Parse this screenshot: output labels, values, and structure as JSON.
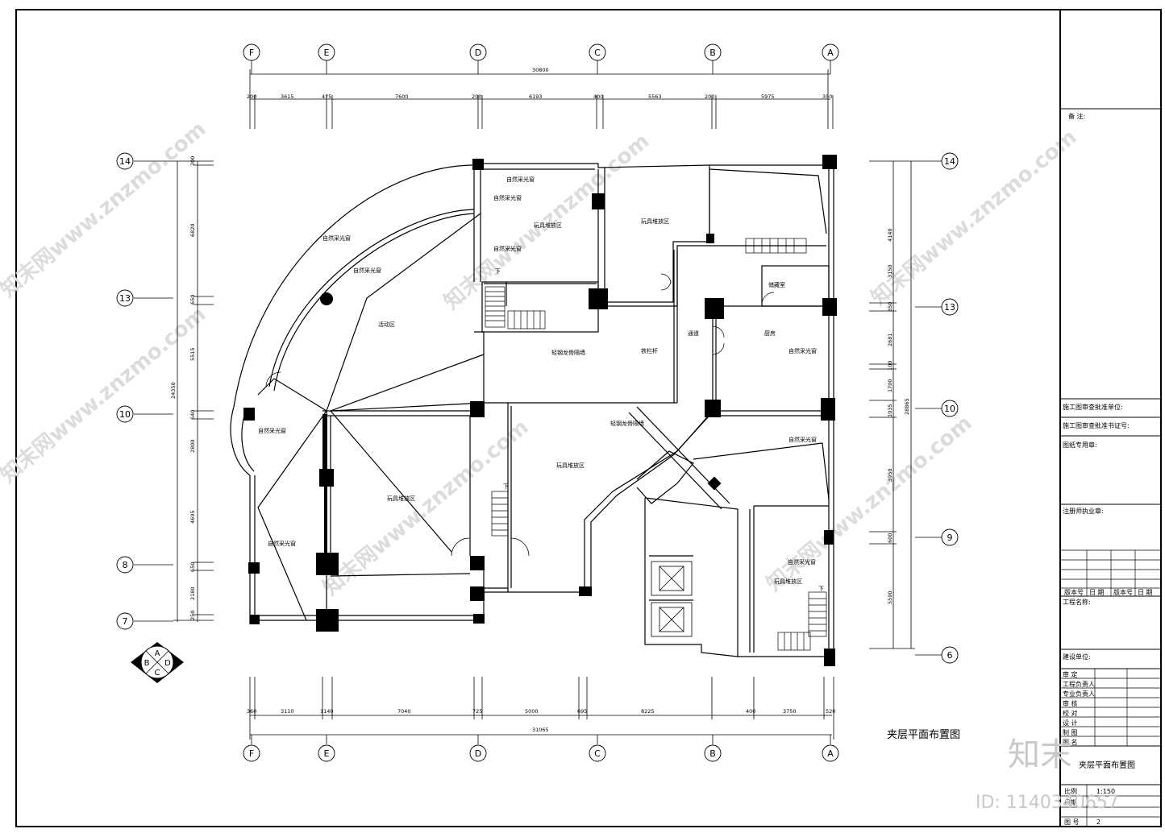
{
  "drawing": {
    "title": "夹层平面布置图",
    "watermark": "知末网www.znzmo.com",
    "brand": "知末",
    "id_text": "ID: 1140340657"
  },
  "rooms": [
    {
      "key": "nat1",
      "text": "自然采光窗"
    },
    {
      "key": "nat2",
      "text": "自然采光窗"
    },
    {
      "key": "toy1",
      "text": "玩具堆放区"
    },
    {
      "key": "nat3",
      "text": "自然采光窗"
    },
    {
      "key": "down1",
      "text": "下"
    },
    {
      "key": "toy2",
      "text": "玩具堆放区"
    },
    {
      "key": "nat4",
      "text": "自然采光窗"
    },
    {
      "key": "nat5",
      "text": "自然采光窗"
    },
    {
      "key": "activity",
      "text": "活动区"
    },
    {
      "key": "store",
      "text": "储藏室"
    },
    {
      "key": "passage",
      "text": "通道"
    },
    {
      "key": "kitchen",
      "text": "厨房"
    },
    {
      "key": "nat6",
      "text": "自然采光窗"
    },
    {
      "key": "wall1",
      "text": "轻钢龙骨隔墙"
    },
    {
      "key": "rail",
      "text": "铁栏杆"
    },
    {
      "key": "nat7",
      "text": "自然采光窗"
    },
    {
      "key": "wall2",
      "text": "轻钢龙骨隔墙"
    },
    {
      "key": "toy3",
      "text": "玩具堆放区"
    },
    {
      "key": "nat8",
      "text": "自然采光窗"
    },
    {
      "key": "toy4",
      "text": "玩具堆放区"
    },
    {
      "key": "down2",
      "text": "下"
    },
    {
      "key": "nat9",
      "text": "自然采光窗"
    },
    {
      "key": "nat10",
      "text": "自然采光窗"
    },
    {
      "key": "toy5",
      "text": "玩具堆放区"
    },
    {
      "key": "down3",
      "text": "下"
    }
  ],
  "axes": {
    "columns": [
      "F",
      "E",
      "D",
      "C",
      "B",
      "A"
    ],
    "rows_left": [
      "14",
      "13",
      "10",
      "8",
      "7"
    ],
    "rows_right": [
      "14",
      "13",
      "10",
      "9",
      "6"
    ]
  },
  "dimensions": {
    "top_total": "30800",
    "top": [
      "200",
      "3615",
      "475",
      "7600",
      "200",
      "6193",
      "400",
      "5563",
      "200",
      "5975",
      "350"
    ],
    "bottom_total": "31065",
    "bottom": [
      "360",
      "3110",
      "1140",
      "7040",
      "725",
      "5000",
      "695",
      "8225",
      "400",
      "3750",
      "520"
    ],
    "left_total": "24350",
    "left": [
      "200",
      "6820",
      "650",
      "5515",
      "640",
      "2800",
      "4695",
      "650",
      "2180",
      "250"
    ],
    "right_total": "28865",
    "right": [
      "4140",
      "3150",
      "850",
      "2681",
      "100",
      "1700",
      "1035",
      "3950",
      "600",
      "5590"
    ]
  },
  "compass": [
    "A",
    "B",
    "C",
    "D"
  ],
  "title_block": {
    "remarks": "备    注:",
    "review_unit": "施工图审查批准单位:",
    "review_cert": "施工图审查批准书证号:",
    "seal": "图纸专用章:",
    "architect": "注册师执业章:",
    "version_headers": [
      "版本号",
      "日  期",
      "版本号",
      "日  期"
    ],
    "project_name": "工程名称:",
    "client": "建设单位:",
    "staff": [
      "审    定",
      "工程负责人",
      "专业负责人",
      "审    核",
      "校    对",
      "设    计",
      "制    图"
    ],
    "drawing_name_label": "图    名",
    "drawing_name": "夹层平面布置图",
    "scale_label": "比例",
    "scale": "1:150",
    "date_label": "日期",
    "number_label": "图    号",
    "number": "2"
  }
}
